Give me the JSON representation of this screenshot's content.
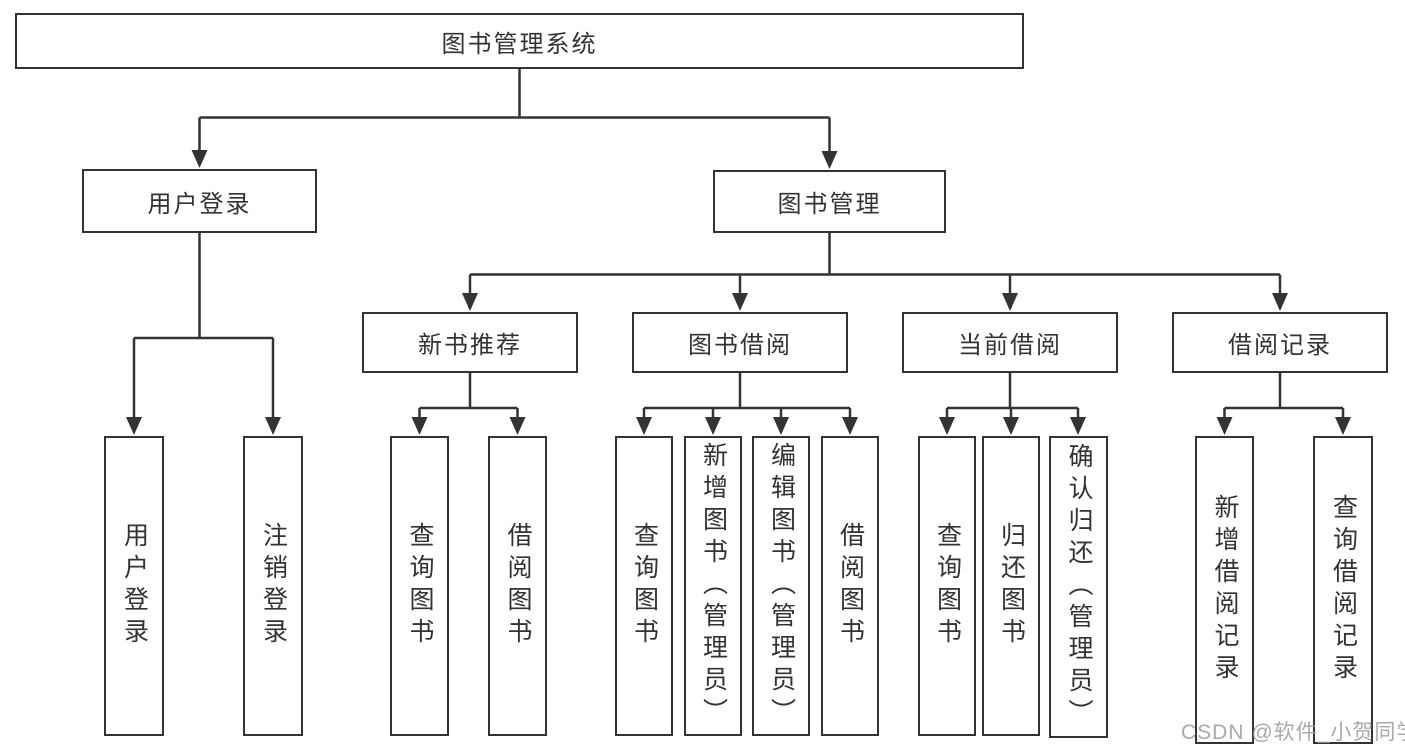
{
  "diagram": {
    "root": {
      "label": "图书管理系统"
    },
    "branches": {
      "user_login": {
        "label": "用户登录",
        "children": [
          "用户登录",
          "注销登录"
        ]
      },
      "book_mgmt": {
        "label": "图书管理"
      },
      "new_books": {
        "label": "新书推荐",
        "children": [
          "查询图书",
          "借阅图书"
        ]
      },
      "book_borrow": {
        "label": "图书借阅",
        "children": [
          "查询图书",
          "新增图书（管理员）",
          "编辑图书（管理员）",
          "借阅图书"
        ]
      },
      "current_borrow": {
        "label": "当前借阅",
        "children": [
          "查询图书",
          "归还图书",
          "确认归还（管理员）"
        ]
      },
      "borrow_records": {
        "label": "借阅记录",
        "children": [
          "新增借阅记录",
          "查询借阅记录"
        ]
      }
    }
  },
  "watermark": "CSDN @软件_小贺同学",
  "colors": {
    "line": "#333333",
    "box_border": "#333333",
    "text": "#333333",
    "watermark": "#9e9e9e",
    "background": "#ffffff"
  }
}
